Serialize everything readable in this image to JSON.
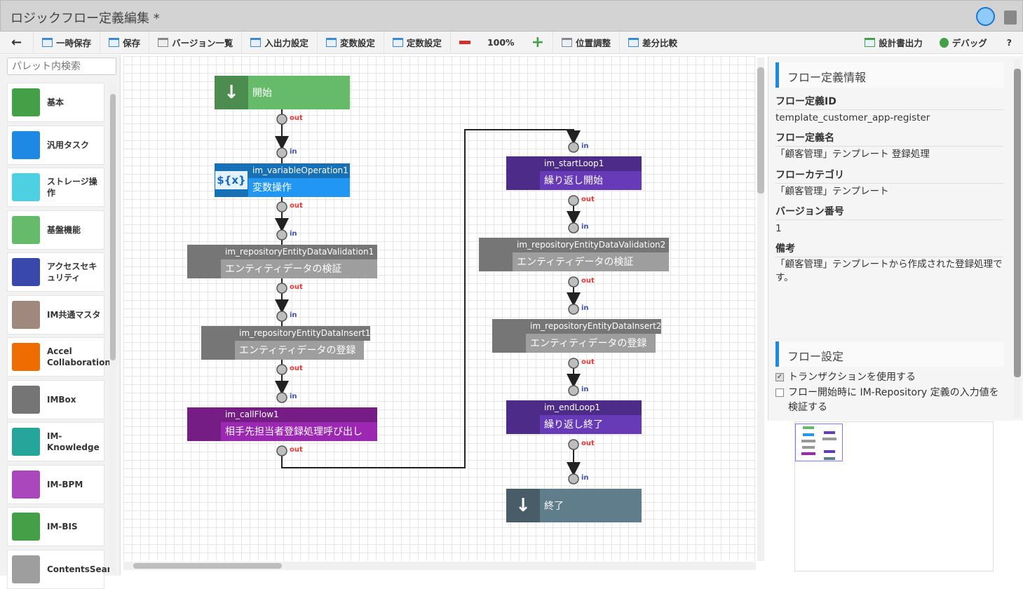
{
  "window": {
    "title": "ロジックフロー定義編集 *"
  },
  "toolbar": {
    "back": "←",
    "temp_save": "一時保存",
    "save": "保存",
    "versions": "バージョン一覧",
    "io_settings": "入出力設定",
    "var_settings": "変数設定",
    "const_settings": "定数設定",
    "zoom": "100%",
    "position": "位置調整",
    "diff": "差分比較",
    "spec_output": "設計書出力",
    "debug": "デバッグ",
    "help": "?"
  },
  "palette": {
    "search_placeholder": "パレット内検索",
    "items": [
      {
        "label": "基本",
        "color": "#43a047"
      },
      {
        "label": "汎用タスク",
        "color": "#1e88e5"
      },
      {
        "label": "ストレージ操作",
        "color": "#4dd0e1"
      },
      {
        "label": "基盤機能",
        "color": "#66bb6a"
      },
      {
        "label": "アクセスセキュリティ",
        "color": "#3949ab"
      },
      {
        "label": "IM共通マスタ",
        "color": "#a1887f"
      },
      {
        "label": "Accel Collaboration",
        "color": "#ef6c00"
      },
      {
        "label": "IMBox",
        "color": "#757575"
      },
      {
        "label": "IM-Knowledge",
        "color": "#26a69a"
      },
      {
        "label": "IM-BPM",
        "color": "#ab47bc"
      },
      {
        "label": "IM-BIS",
        "color": "#43a047"
      },
      {
        "label": "ContentsSear",
        "color": "#9e9e9e"
      }
    ]
  },
  "flow": {
    "start": {
      "label": "開始",
      "color": "#66bb6a",
      "icon_color": "#388e3c"
    },
    "var_op": {
      "id": "im_variableOperation1",
      "label": "変数操作",
      "color": "#2196f3",
      "icon": "${x}"
    },
    "validation1": {
      "id": "im_repositoryEntityDataValidation1",
      "label": "エンティティデータの検証",
      "color": "#9e9e9e"
    },
    "insert1": {
      "id": "im_repositoryEntityDataInsert1",
      "label": "エンティティデータの登録",
      "color": "#9e9e9e"
    },
    "call_flow": {
      "id": "im_callFlow1",
      "label": "相手先担当者登録処理呼び出し",
      "color": "#9c27b0"
    },
    "start_loop": {
      "id": "im_startLoop1",
      "label": "繰り返し開始",
      "color": "#673ab7"
    },
    "validation2": {
      "id": "im_repositoryEntityDataValidation2",
      "label": "エンティティデータの検証",
      "color": "#9e9e9e"
    },
    "insert2": {
      "id": "im_repositoryEntityDataInsert2",
      "label": "エンティティデータの登録",
      "color": "#9e9e9e"
    },
    "end_loop": {
      "id": "im_endLoop1",
      "label": "繰り返し終了",
      "color": "#673ab7"
    },
    "end": {
      "label": "終了",
      "color": "#607d8b"
    },
    "port_out": "out",
    "port_in": "in"
  },
  "info": {
    "section_title": "フロー定義情報",
    "id_label": "フロー定義ID",
    "id_value": "template_customer_app-register",
    "name_label": "フロー定義名",
    "name_value": "「顧客管理」テンプレート 登録処理",
    "category_label": "フローカテゴリ",
    "category_value": "「顧客管理」テンプレート",
    "version_label": "バージョン番号",
    "version_value": "1",
    "note_label": "備考",
    "note_value": "「顧客管理」テンプレートから作成された登録処理です。"
  },
  "settings": {
    "section_title": "フロー設定",
    "use_transaction": {
      "label": "トランザクションを使用する",
      "checked": true
    },
    "validate_input": {
      "label": "フロー開始時に IM-Repository 定義の入力値を検証する",
      "checked": false
    }
  }
}
